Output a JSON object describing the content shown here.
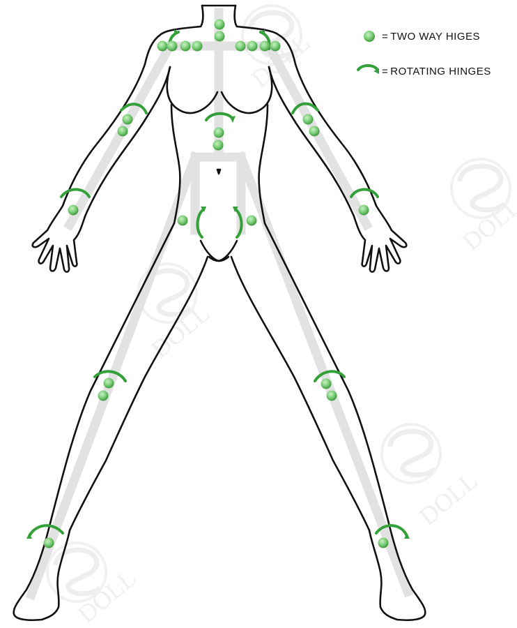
{
  "legend": {
    "two_way": {
      "eq": "=",
      "label": "TWO  WAY  HIGES",
      "icon": "green-dot-icon"
    },
    "rotating": {
      "eq": "=",
      "label": "ROTATING  HINGES",
      "icon": "rotating-arrow-icon"
    }
  },
  "watermark": {
    "text": "DOLL"
  },
  "colors": {
    "joint": "#7dcf7a",
    "joint_dark": "#4ca24a",
    "arrow": "#34a039",
    "skeleton": "#e2e2e2",
    "outline": "#111111"
  }
}
